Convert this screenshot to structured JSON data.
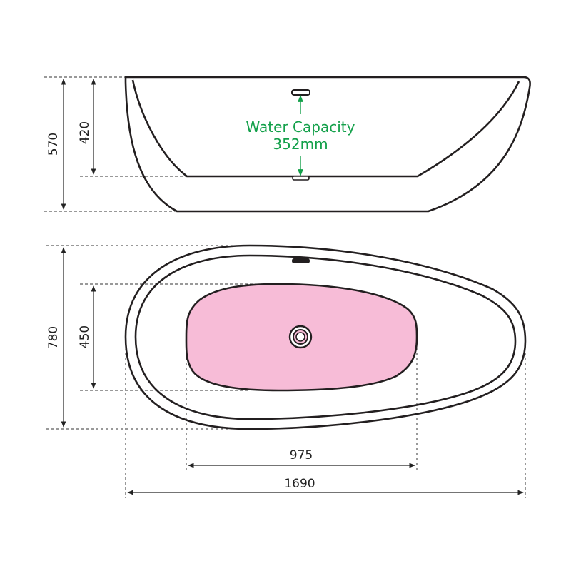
{
  "side_view": {
    "total_height_label": "570",
    "inner_depth_label": "420",
    "water_capacity_title": "Water Capacity",
    "water_capacity_value": "352mm"
  },
  "top_view": {
    "total_width_label": "780",
    "basin_width_label": "450",
    "basin_length_label": "975",
    "total_length_label": "1690"
  },
  "colors": {
    "outline": "#231f20",
    "basin_fill": "#f7bcd7",
    "capacity_accent": "#13a04a",
    "dimension": "#222222"
  }
}
